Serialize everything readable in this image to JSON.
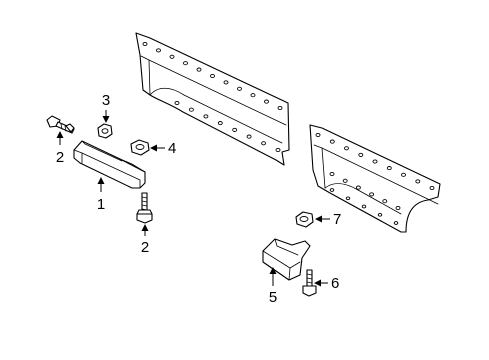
{
  "callouts": {
    "c1": "1",
    "c2a": "2",
    "c2b": "2",
    "c3": "3",
    "c4": "4",
    "c5": "5",
    "c6": "6",
    "c7": "7"
  },
  "colors": {
    "line": "#000000",
    "background": "#ffffff"
  }
}
